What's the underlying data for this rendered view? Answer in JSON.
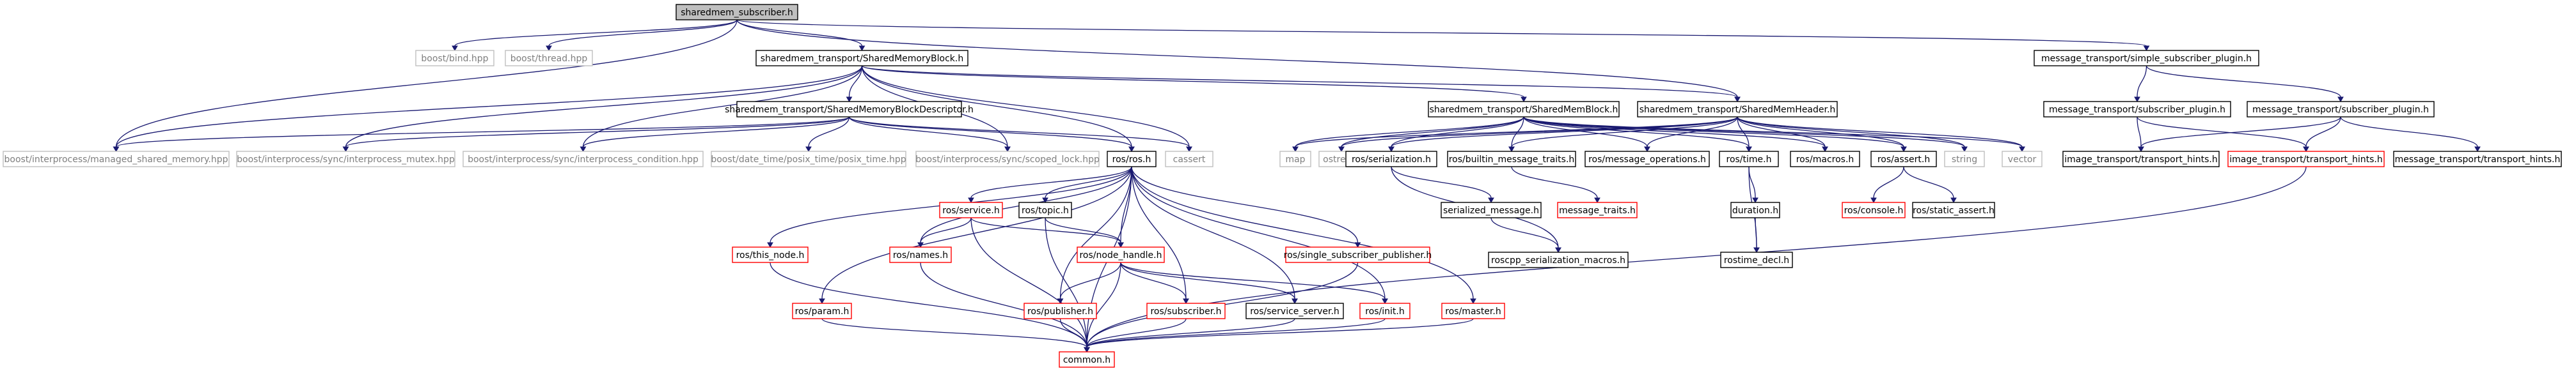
{
  "colors": {
    "edge": "#191970",
    "root_fill": "#bfbfbf",
    "border_black": "#000000",
    "border_red": "#ff0000",
    "border_gray": "#bfbfbf",
    "label_text": "#000000",
    "gray_text": "#7f7f7f"
  },
  "nodes": [
    {
      "id": "root",
      "label": "sharedmem_subscriber.h",
      "kind": "root"
    },
    {
      "id": "boost_bind",
      "label": "boost/bind.hpp",
      "kind": "gray"
    },
    {
      "id": "boost_thread",
      "label": "boost/thread.hpp",
      "kind": "gray"
    },
    {
      "id": "smb",
      "label": "sharedmem_transport/SharedMemoryBlock.h",
      "kind": "black"
    },
    {
      "id": "mt_simple",
      "label": "message_transport/simple_subscriber_plugin.h",
      "kind": "black"
    },
    {
      "id": "smbd",
      "label": "sharedmem_transport/SharedMemoryBlockDescriptor.h",
      "kind": "black"
    },
    {
      "id": "smblk",
      "label": "sharedmem_transport/SharedMemBlock.h",
      "kind": "black"
    },
    {
      "id": "smhdr",
      "label": "sharedmem_transport/SharedMemHeader.h",
      "kind": "black"
    },
    {
      "id": "mt_sub1",
      "label": "message_transport/subscriber_plugin.h",
      "kind": "black"
    },
    {
      "id": "mt_sub2",
      "label": "message_transport/subscriber_plugin.h",
      "kind": "black"
    },
    {
      "id": "managed_shm",
      "label": "boost/interprocess/managed_shared_memory.hpp",
      "kind": "gray"
    },
    {
      "id": "ip_mutex",
      "label": "boost/interprocess/sync/interprocess_mutex.hpp",
      "kind": "gray"
    },
    {
      "id": "ip_cond",
      "label": "boost/interprocess/sync/interprocess_condition.hpp",
      "kind": "gray"
    },
    {
      "id": "posix_time",
      "label": "boost/date_time/posix_time/posix_time.hpp",
      "kind": "gray"
    },
    {
      "id": "scoped_lock",
      "label": "boost/interprocess/sync/scoped_lock.hpp",
      "kind": "gray"
    },
    {
      "id": "ros_h",
      "label": "ros/ros.h",
      "kind": "black"
    },
    {
      "id": "cassert",
      "label": "cassert",
      "kind": "gray"
    },
    {
      "id": "map",
      "label": "map",
      "kind": "gray"
    },
    {
      "id": "ostream",
      "label": "ostream",
      "kind": "gray"
    },
    {
      "id": "ros_serialization",
      "label": "ros/serialization.h",
      "kind": "black"
    },
    {
      "id": "ros_builtin",
      "label": "ros/builtin_message_traits.h",
      "kind": "black"
    },
    {
      "id": "ros_msgops",
      "label": "ros/message_operations.h",
      "kind": "black"
    },
    {
      "id": "ros_time",
      "label": "ros/time.h",
      "kind": "black"
    },
    {
      "id": "ros_macros",
      "label": "ros/macros.h",
      "kind": "black"
    },
    {
      "id": "ros_assert",
      "label": "ros/assert.h",
      "kind": "black"
    },
    {
      "id": "string",
      "label": "string",
      "kind": "gray"
    },
    {
      "id": "vector",
      "label": "vector",
      "kind": "gray"
    },
    {
      "id": "img_hints1",
      "label": "image_transport/transport_hints.h",
      "kind": "black"
    },
    {
      "id": "img_hints2",
      "label": "image_transport/transport_hints.h",
      "kind": "red"
    },
    {
      "id": "mt_hints",
      "label": "message_transport/transport_hints.h",
      "kind": "black"
    },
    {
      "id": "ros_this_node",
      "label": "ros/this_node.h",
      "kind": "red"
    },
    {
      "id": "ros_service",
      "label": "ros/service.h",
      "kind": "red"
    },
    {
      "id": "ros_topic",
      "label": "ros/topic.h",
      "kind": "black"
    },
    {
      "id": "ros_single_pub",
      "label": "ros/single_subscriber_publisher.h",
      "kind": "red"
    },
    {
      "id": "ros_master",
      "label": "ros/master.h",
      "kind": "red"
    },
    {
      "id": "serialized_message",
      "label": "serialized_message.h",
      "kind": "black"
    },
    {
      "id": "message_traits",
      "label": "message_traits.h",
      "kind": "red"
    },
    {
      "id": "duration",
      "label": "duration.h",
      "kind": "black"
    },
    {
      "id": "ros_console",
      "label": "ros/console.h",
      "kind": "red"
    },
    {
      "id": "ros_static_assert",
      "label": "ros/static_assert.h",
      "kind": "black"
    },
    {
      "id": "ros_names",
      "label": "ros/names.h",
      "kind": "red"
    },
    {
      "id": "ros_node_handle",
      "label": "ros/node_handle.h",
      "kind": "red"
    },
    {
      "id": "ros_param",
      "label": "ros/param.h",
      "kind": "red"
    },
    {
      "id": "roscpp_macros",
      "label": "roscpp_serialization_macros.h",
      "kind": "black"
    },
    {
      "id": "rostime_decl",
      "label": "rostime_decl.h",
      "kind": "black"
    },
    {
      "id": "ros_publisher",
      "label": "ros/publisher.h",
      "kind": "red"
    },
    {
      "id": "ros_subscriber",
      "label": "ros/subscriber.h",
      "kind": "red"
    },
    {
      "id": "ros_service_server",
      "label": "ros/service_server.h",
      "kind": "black"
    },
    {
      "id": "ros_init",
      "label": "ros/init.h",
      "kind": "red"
    },
    {
      "id": "common",
      "label": "common.h",
      "kind": "red"
    }
  ],
  "edges": [
    [
      "root",
      "boost_bind"
    ],
    [
      "root",
      "boost_thread"
    ],
    [
      "root",
      "smb"
    ],
    [
      "root",
      "mt_simple"
    ],
    [
      "root",
      "managed_shm"
    ],
    [
      "root",
      "smhdr"
    ],
    [
      "smb",
      "smbd"
    ],
    [
      "smb",
      "smblk"
    ],
    [
      "smb",
      "smhdr"
    ],
    [
      "smb",
      "managed_shm"
    ],
    [
      "smb",
      "ip_mutex"
    ],
    [
      "smb",
      "ip_cond"
    ],
    [
      "smb",
      "scoped_lock"
    ],
    [
      "smb",
      "ros_h"
    ],
    [
      "smb",
      "cassert"
    ],
    [
      "smbd",
      "ip_mutex"
    ],
    [
      "smbd",
      "ip_cond"
    ],
    [
      "smbd",
      "posix_time"
    ],
    [
      "smbd",
      "scoped_lock"
    ],
    [
      "smbd",
      "ros_h"
    ],
    [
      "smbd",
      "cassert"
    ],
    [
      "smbd",
      "managed_shm"
    ],
    [
      "smblk",
      "map"
    ],
    [
      "smblk",
      "ostream"
    ],
    [
      "smblk",
      "ros_serialization"
    ],
    [
      "smblk",
      "ros_builtin"
    ],
    [
      "smblk",
      "ros_msgops"
    ],
    [
      "smblk",
      "ros_time"
    ],
    [
      "smblk",
      "ros_macros"
    ],
    [
      "smblk",
      "ros_assert"
    ],
    [
      "smblk",
      "string"
    ],
    [
      "smblk",
      "vector"
    ],
    [
      "smhdr",
      "map"
    ],
    [
      "smhdr",
      "ostream"
    ],
    [
      "smhdr",
      "ros_serialization"
    ],
    [
      "smhdr",
      "ros_builtin"
    ],
    [
      "smhdr",
      "ros_msgops"
    ],
    [
      "smhdr",
      "ros_time"
    ],
    [
      "smhdr",
      "ros_macros"
    ],
    [
      "smhdr",
      "ros_assert"
    ],
    [
      "smhdr",
      "string"
    ],
    [
      "smhdr",
      "vector"
    ],
    [
      "mt_simple",
      "mt_sub1"
    ],
    [
      "mt_simple",
      "mt_sub2"
    ],
    [
      "mt_sub1",
      "img_hints1"
    ],
    [
      "mt_sub1",
      "img_hints2"
    ],
    [
      "mt_sub2",
      "img_hints1"
    ],
    [
      "mt_sub2",
      "img_hints2"
    ],
    [
      "mt_sub2",
      "mt_hints"
    ],
    [
      "img_hints2",
      "common"
    ],
    [
      "ros_h",
      "ros_this_node"
    ],
    [
      "ros_h",
      "ros_service"
    ],
    [
      "ros_h",
      "ros_topic"
    ],
    [
      "ros_h",
      "ros_single_pub"
    ],
    [
      "ros_h",
      "ros_master"
    ],
    [
      "ros_h",
      "ros_node_handle"
    ],
    [
      "ros_h",
      "ros_publisher"
    ],
    [
      "ros_h",
      "ros_subscriber"
    ],
    [
      "ros_h",
      "ros_service_server"
    ],
    [
      "ros_h",
      "ros_init"
    ],
    [
      "ros_h",
      "ros_param"
    ],
    [
      "ros_h",
      "ros_names"
    ],
    [
      "ros_h",
      "common"
    ],
    [
      "ros_serialization",
      "serialized_message"
    ],
    [
      "ros_serialization",
      "roscpp_macros"
    ],
    [
      "ros_builtin",
      "message_traits"
    ],
    [
      "ros_time",
      "duration"
    ],
    [
      "ros_time",
      "rostime_decl"
    ],
    [
      "duration",
      "rostime_decl"
    ],
    [
      "serialized_message",
      "roscpp_macros"
    ],
    [
      "ros_assert",
      "ros_console"
    ],
    [
      "ros_assert",
      "ros_static_assert"
    ],
    [
      "ros_service",
      "ros_names"
    ],
    [
      "ros_service",
      "ros_node_handle"
    ],
    [
      "ros_service",
      "common"
    ],
    [
      "ros_topic",
      "ros_node_handle"
    ],
    [
      "ros_topic",
      "common"
    ],
    [
      "ros_node_handle",
      "ros_publisher"
    ],
    [
      "ros_node_handle",
      "ros_subscriber"
    ],
    [
      "ros_node_handle",
      "ros_service_server"
    ],
    [
      "ros_node_handle",
      "ros_init"
    ],
    [
      "ros_node_handle",
      "common"
    ],
    [
      "ros_this_node",
      "common"
    ],
    [
      "ros_names",
      "common"
    ],
    [
      "ros_param",
      "common"
    ],
    [
      "ros_publisher",
      "common"
    ],
    [
      "ros_subscriber",
      "common"
    ],
    [
      "ros_service_server",
      "common"
    ],
    [
      "ros_init",
      "common"
    ],
    [
      "ros_master",
      "common"
    ],
    [
      "ros_single_pub",
      "common"
    ]
  ]
}
